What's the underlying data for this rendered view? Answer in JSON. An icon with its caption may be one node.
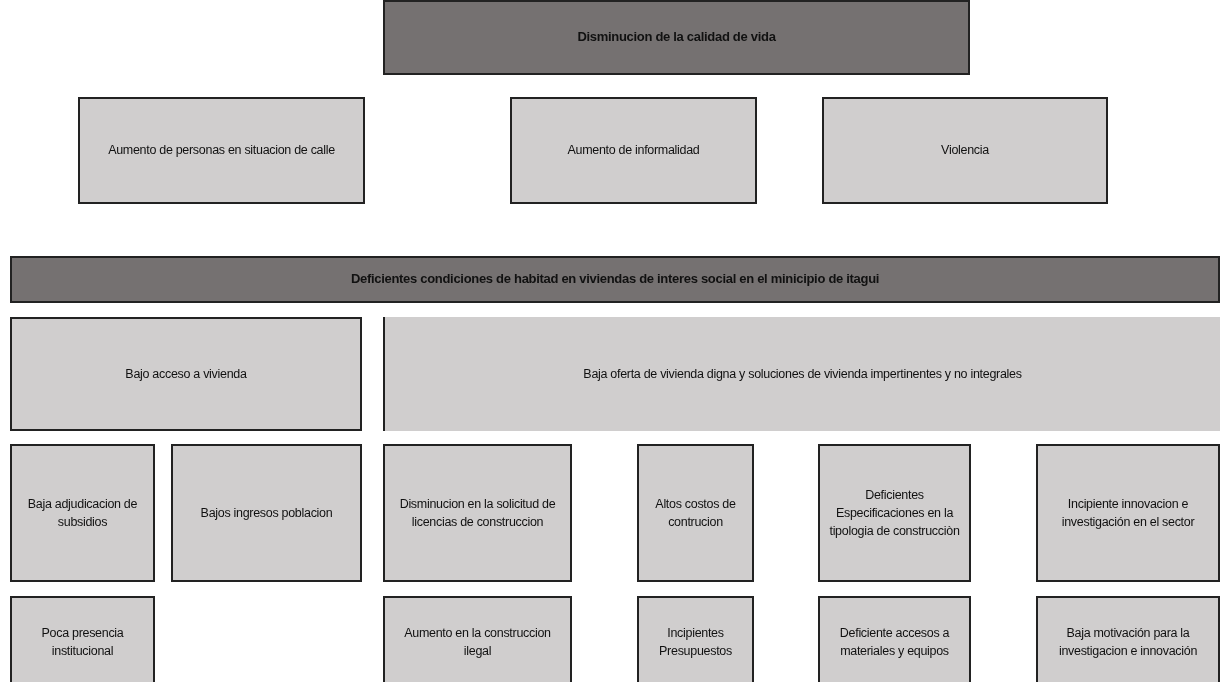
{
  "diagram": {
    "nodes": [
      {
        "text": [
          "Disminucion de la calidad de vida"
        ]
      },
      {
        "text": [
          "Aumento de personas en situacion de calle"
        ]
      },
      {
        "text": [
          "Aumento de informalidad"
        ]
      },
      {
        "text": [
          "Violencia"
        ]
      },
      {
        "text": [
          "Deficientes condiciones de habitad en viviendas de interes social en el minicipio de itagui"
        ]
      },
      {
        "text": [
          "Bajo acceso a vivienda"
        ]
      },
      {
        "text": [
          "Baja oferta de vivienda digna y soluciones de vivienda impertinentes y no integrales"
        ]
      },
      {
        "text": [
          "Baja adjudicacion de subsidios"
        ]
      },
      {
        "text": [
          "Bajos ingresos poblacion"
        ]
      },
      {
        "text": [
          "Disminucion en la solicitud de licencias de construccion"
        ]
      },
      {
        "text": [
          "Altos costos de contrucion"
        ]
      },
      {
        "text": [
          "Deficientes Especificaciones en la tipologia de construcciòn"
        ]
      },
      {
        "text": [
          "Incipiente innovacion e investigación en el sector"
        ]
      },
      {
        "text": [
          "Poca presencia institucional"
        ]
      },
      {
        "text": [
          "Aumento en la construccion ilegal"
        ]
      },
      {
        "text": [
          "Incipientes Presupuestos"
        ]
      },
      {
        "text": [
          "Deficiente accesos a materiales y equipos"
        ]
      },
      {
        "text": [
          "Baja motivación para la investigacion e innovación"
        ]
      }
    ]
  }
}
